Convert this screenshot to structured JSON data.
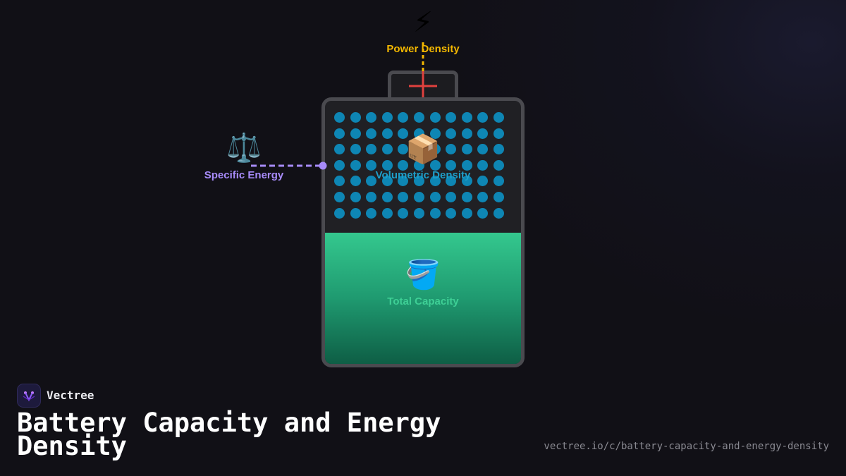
{
  "diagram": {
    "power": {
      "label": "Power Density",
      "icon": "⚡",
      "icon_name": "lightning-icon",
      "color": "#f5b800"
    },
    "specific": {
      "label": "Specific Energy",
      "icon": "⚖️",
      "icon_name": "scales-icon",
      "color": "#a78bfa"
    },
    "volumetric": {
      "label": "Volumetric Density",
      "icon": "📦",
      "icon_name": "package-icon",
      "color": "#1e9ec9"
    },
    "capacity": {
      "label": "Total Capacity",
      "icon": "🪣",
      "icon_name": "bucket-icon",
      "color": "#3ecf95"
    },
    "terminal_color": "#e0413e"
  },
  "footer": {
    "brand": "Vectree",
    "title": "Battery Capacity and Energy Density",
    "url": "vectree.io/c/battery-capacity-and-energy-density"
  }
}
